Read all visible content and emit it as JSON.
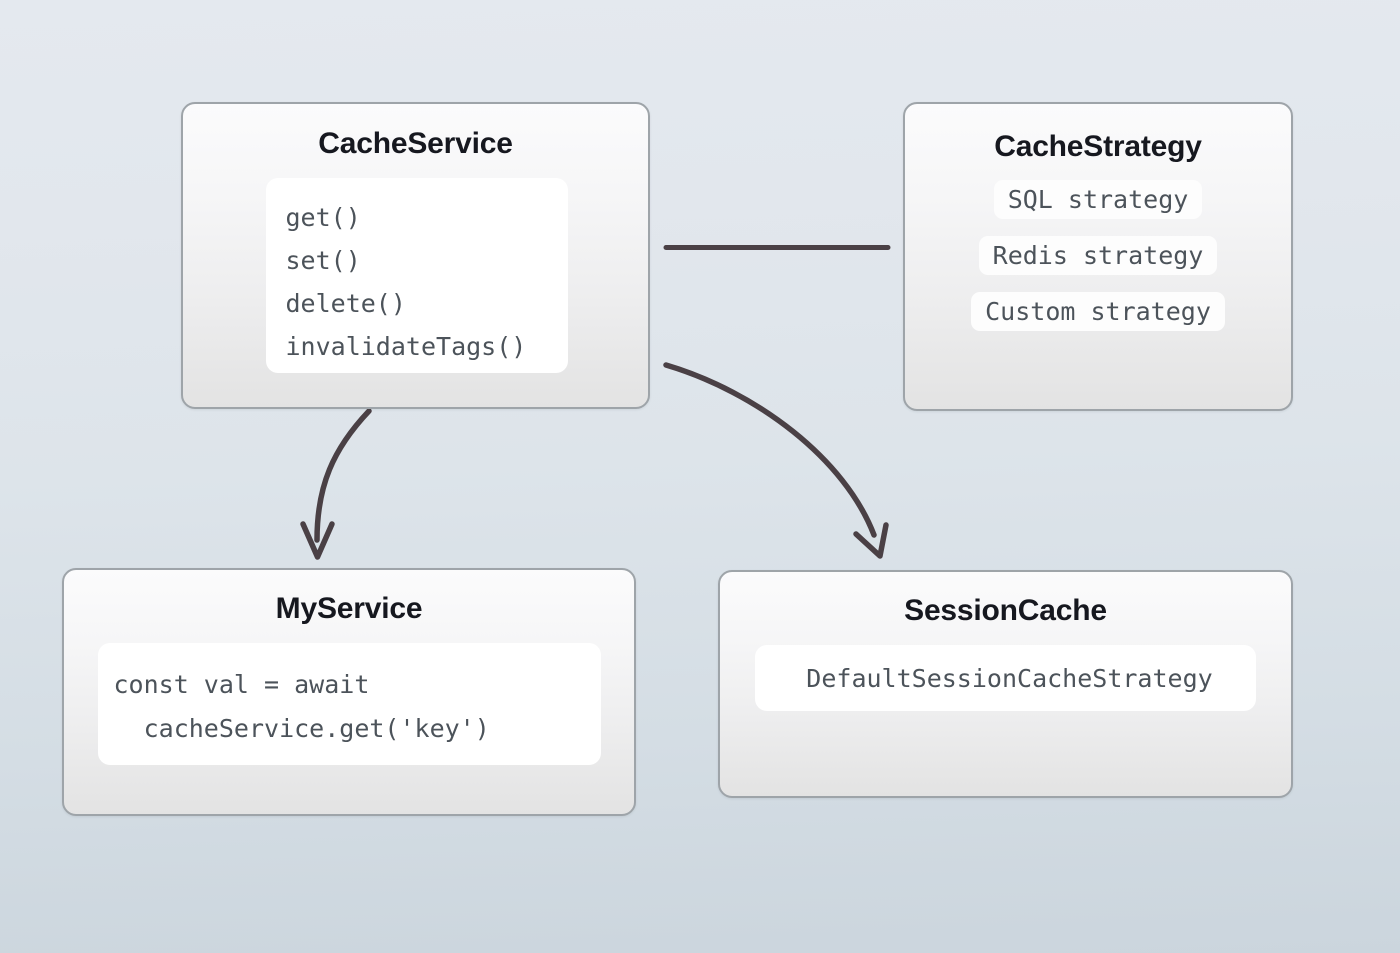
{
  "diagram": {
    "title_bar": "",
    "background": {
      "top_color": "#e4e9ef",
      "bottom_color": "#cbd5dd"
    },
    "accent_line_color": "#4a4045",
    "card_border_color": "#9ea4a9"
  },
  "nodes": {
    "cache_service": {
      "title": "CacheService",
      "methods": [
        "get()",
        "set()",
        "delete()",
        "invalidateTags()"
      ]
    },
    "cache_strategy": {
      "title": "CacheStrategy",
      "strategies": [
        "SQL strategy",
        "Redis strategy",
        "Custom strategy"
      ]
    },
    "my_service": {
      "title": "MyService",
      "code_lines": [
        "const val = await",
        "  cacheService.get('key')"
      ]
    },
    "session_cache": {
      "title": "SessionCache",
      "strategy": "DefaultSessionCacheStrategy"
    }
  },
  "edges": [
    {
      "name": "cacheservice-to-cachestrategy",
      "kind": "line",
      "label": ""
    },
    {
      "name": "cacheservice-to-myservice",
      "kind": "arrow",
      "label": ""
    },
    {
      "name": "cacheservice-to-sessioncache",
      "kind": "arrow",
      "label": ""
    }
  ]
}
